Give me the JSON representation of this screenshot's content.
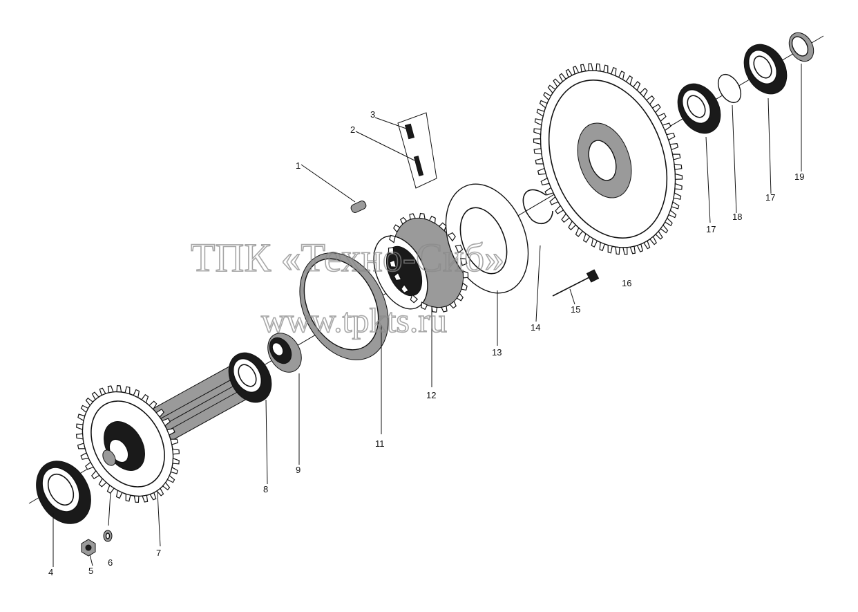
{
  "callouts": [
    {
      "id": "1",
      "label": "1"
    },
    {
      "id": "2",
      "label": "2"
    },
    {
      "id": "3",
      "label": "3"
    },
    {
      "id": "4",
      "label": "4"
    },
    {
      "id": "5",
      "label": "5"
    },
    {
      "id": "6",
      "label": "6"
    },
    {
      "id": "7",
      "label": "7"
    },
    {
      "id": "8",
      "label": "8"
    },
    {
      "id": "9",
      "label": "9"
    },
    {
      "id": "11",
      "label": "11"
    },
    {
      "id": "12",
      "label": "12"
    },
    {
      "id": "13",
      "label": "13"
    },
    {
      "id": "14",
      "label": "14"
    },
    {
      "id": "15",
      "label": "15"
    },
    {
      "id": "16",
      "label": "16"
    },
    {
      "id": "17a",
      "label": "17"
    },
    {
      "id": "17b",
      "label": "17"
    },
    {
      "id": "18",
      "label": "18"
    },
    {
      "id": "19",
      "label": "19"
    }
  ],
  "watermark": {
    "line1": "ТПК «Техно-Сиб»",
    "line2": "www.tpkts.ru"
  },
  "colors": {
    "ink": "#111111",
    "watermark": "#8a8a8a",
    "background": "#ffffff"
  }
}
